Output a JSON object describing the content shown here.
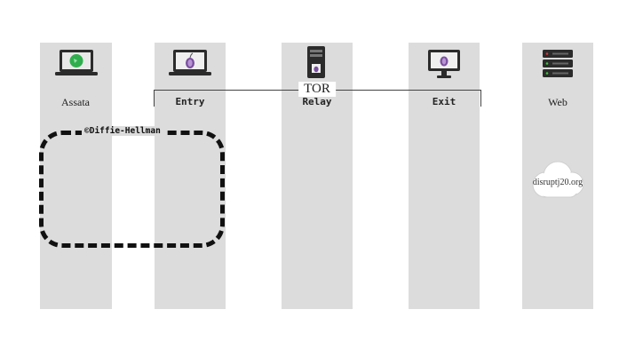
{
  "nodes": {
    "assata": {
      "label": "Assata",
      "icon": "laptop-green-icon"
    },
    "entry": {
      "label": "Entry",
      "icon": "laptop-tor-icon"
    },
    "relay": {
      "label": "Relay",
      "icon": "desktop-tower-tor-icon"
    },
    "exit": {
      "label": "Exit",
      "icon": "monitor-tor-icon"
    },
    "web": {
      "label": "Web",
      "icon": "server-rack-icon"
    }
  },
  "tor_label": "TOR",
  "dh_label": "©Diffie-Hellman",
  "web_site": {
    "label": "disruptj20.org",
    "icon": "cloud-icon"
  },
  "colors": {
    "column": "#dcdcdc",
    "tor_purple": "#7a4fa0",
    "assata_green": "#2fae4e",
    "line": "#444444",
    "dash": "#111111"
  }
}
